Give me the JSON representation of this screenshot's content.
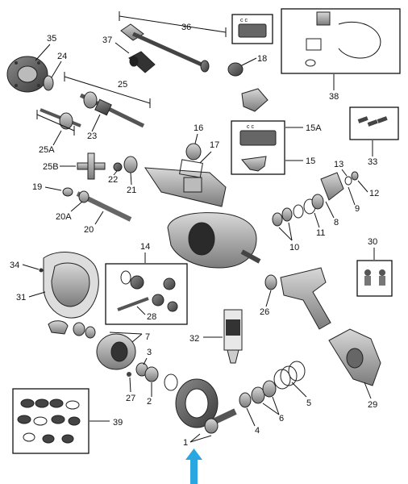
{
  "diagram": {
    "callouts": {
      "c1": "1",
      "c2": "2",
      "c3": "3",
      "c4": "4",
      "c5": "5",
      "c6": "6",
      "c7": "7",
      "c8": "8",
      "c9": "9",
      "c10": "10",
      "c11": "11",
      "c12": "12",
      "c13": "13",
      "c14": "14",
      "c15": "15",
      "c15a": "15A",
      "c15a_box": "15A",
      "c16": "16",
      "c17": "17",
      "c18": "18",
      "c19": "19",
      "c20": "20",
      "c20a": "20A",
      "c21": "21",
      "c22": "22",
      "c23": "23",
      "c24": "24",
      "c25": "25",
      "c25a": "25A",
      "c25b": "25B",
      "c26": "26",
      "c27": "27",
      "c28": "28",
      "c29": "29",
      "c30": "30",
      "c31": "31",
      "c32": "32",
      "c33": "33",
      "c34": "34",
      "c35": "35",
      "c36": "36",
      "c37": "37",
      "c38": "38",
      "c39": "39"
    },
    "kit_box_text": "c c",
    "colors": {
      "line": "#111111",
      "metal": "#9a9a9a",
      "dark_metal": "#555555",
      "highlight_arrow": "#2aa6e0"
    }
  }
}
